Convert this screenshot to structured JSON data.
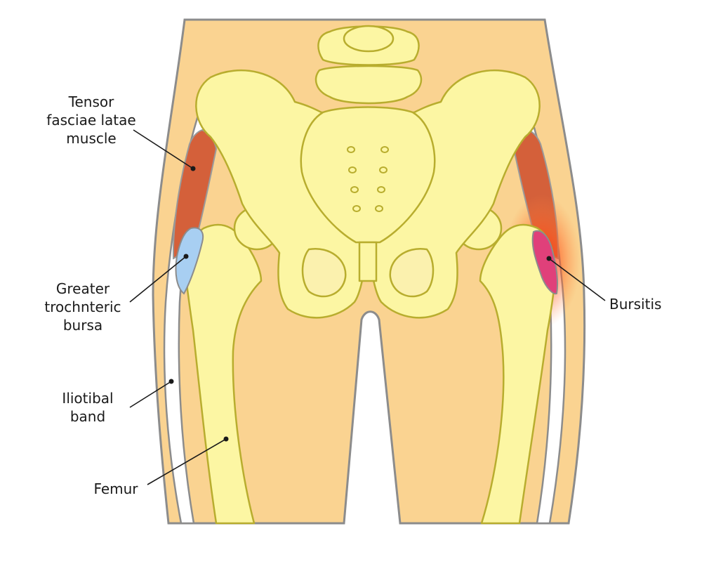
{
  "labels": {
    "tensor_line1": "Tensor",
    "tensor_line2": "fasciae latae",
    "tensor_line3": "muscle",
    "greater_line1": "Greater",
    "greater_line2": "trochnteric",
    "greater_line3": "bursa",
    "iliotibal_line1": "Iliotibal",
    "iliotibal_line2": "band",
    "femur": "Femur",
    "bursitis": "Bursitis"
  },
  "colors": {
    "skin": "#fad391",
    "bone": "#fcf6a3",
    "bone_outline": "#b8ad2e",
    "muscle": "#d4603a",
    "bursa_healthy": "#a8cff2",
    "bursa_inflamed": "#e0407a",
    "inflammation_glow": "#ff3a1a"
  }
}
